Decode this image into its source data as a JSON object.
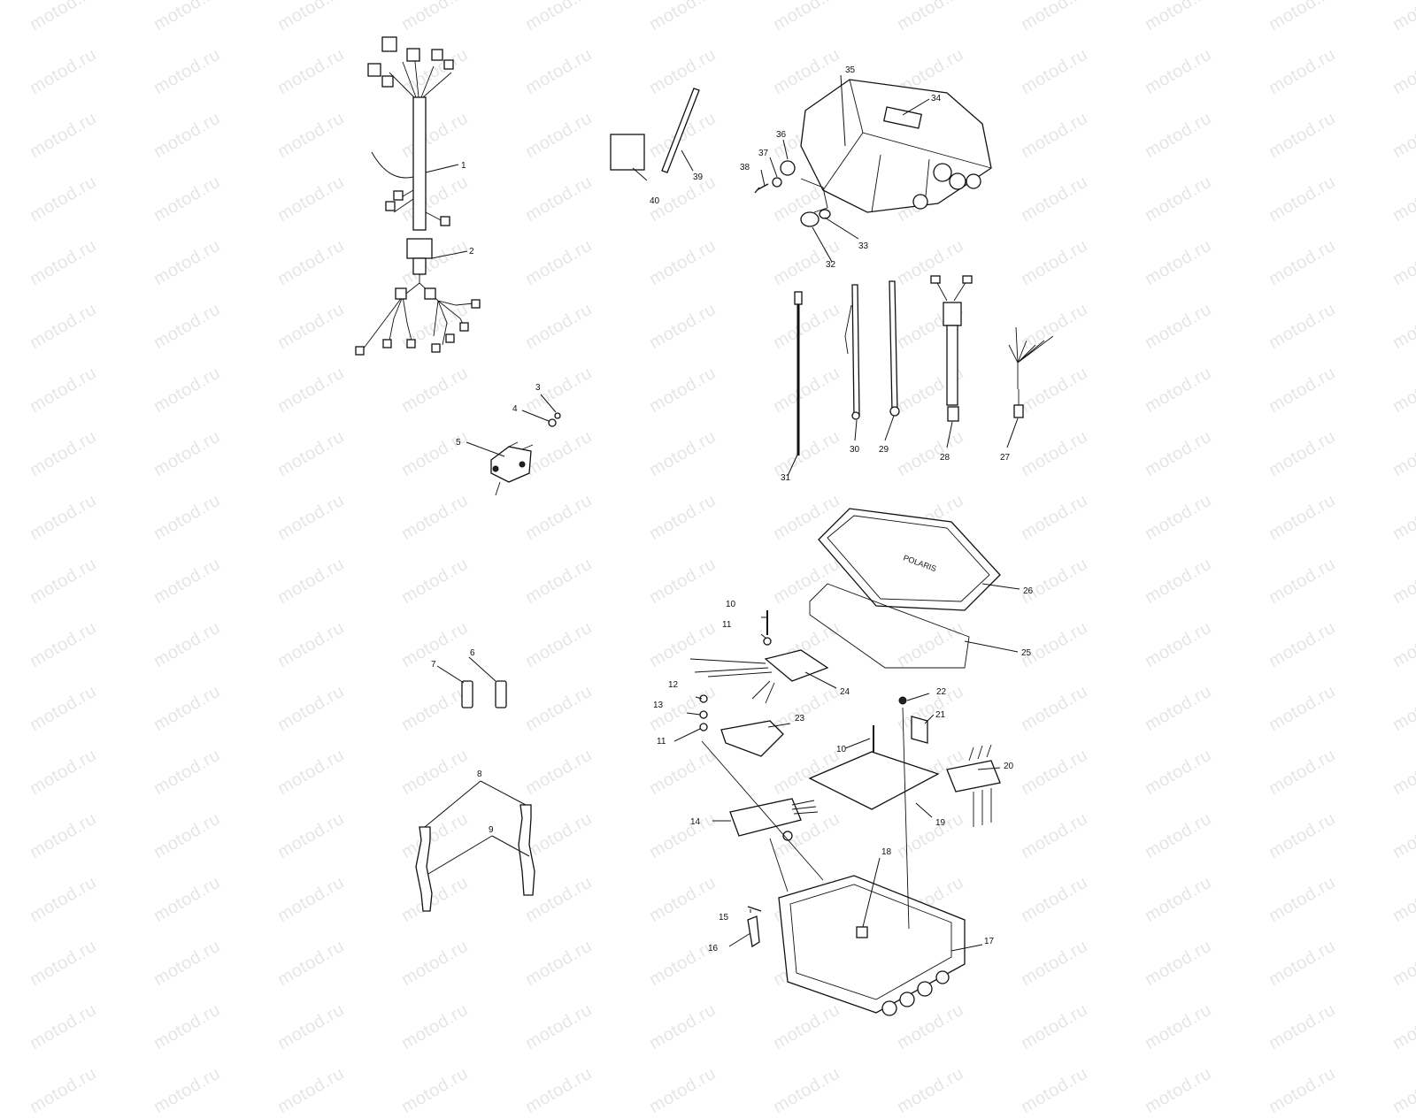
{
  "watermark": {
    "text": "motod.ru"
  },
  "brand": {
    "lid_text": "POLARIS"
  },
  "callouts": {
    "c1": "1",
    "c2": "2",
    "c3": "3",
    "c4": "4",
    "c5": "5",
    "c6": "6",
    "c7": "7",
    "c8": "8",
    "c9": "9",
    "c10a": "10",
    "c10b": "10",
    "c11a": "11",
    "c11b": "11",
    "c12": "12",
    "c13": "13",
    "c14": "14",
    "c15": "15",
    "c16": "16",
    "c17": "17",
    "c18": "18",
    "c19": "19",
    "c20": "20",
    "c21": "21",
    "c22": "22",
    "c23": "23",
    "c24": "24",
    "c25": "25",
    "c26": "26",
    "c27": "27",
    "c28": "28",
    "c29": "29",
    "c30": "30",
    "c31": "31",
    "c32": "32",
    "c33": "33",
    "c34": "34",
    "c35": "35",
    "c36": "36",
    "c37": "37",
    "c38": "38",
    "c39": "39",
    "c40": "40"
  }
}
